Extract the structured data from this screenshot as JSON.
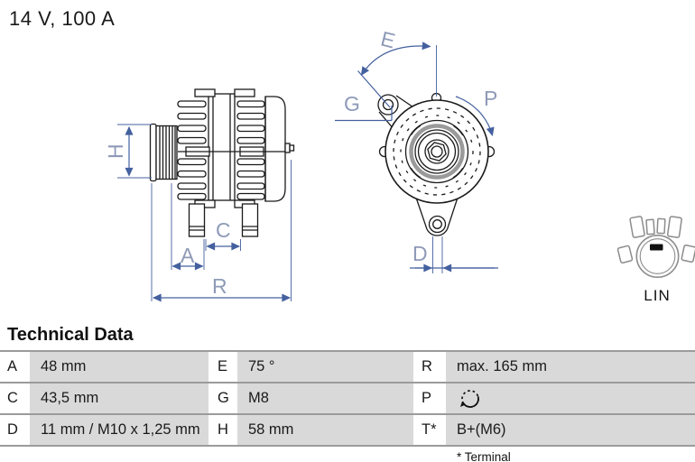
{
  "header": {
    "title": "14 V, 100 A"
  },
  "diagram": {
    "side_view_labels": {
      "h": "H",
      "a": "A",
      "c": "C",
      "r": "R"
    },
    "front_view_labels": {
      "e": "E",
      "g": "G",
      "p": "P",
      "d": "D"
    },
    "connector_label": "LIN",
    "colors": {
      "drawing_line": "#1a1a1a",
      "dimension_line": "#44609f",
      "dimension_text": "#8f9ab8",
      "connector_outline": "#8c8c8c",
      "table_cell_gray": "#d9d9d9",
      "table_rule_gray": "#9b9b9b"
    }
  },
  "technical_data": {
    "heading": "Technical Data",
    "rows": [
      [
        {
          "key": "A",
          "value": "48 mm"
        },
        {
          "key": "E",
          "value": "75 °"
        },
        {
          "key": "R",
          "value": "max. 165 mm"
        }
      ],
      [
        {
          "key": "C",
          "value": "43,5 mm"
        },
        {
          "key": "G",
          "value": "M8"
        },
        {
          "key": "P",
          "value": "",
          "icon": "rotation-clockwise-icon"
        }
      ],
      [
        {
          "key": "D",
          "value": "11 mm / M10 x 1,25 mm"
        },
        {
          "key": "H",
          "value": "58 mm"
        },
        {
          "key": "T*",
          "value": "B+(M6)"
        }
      ]
    ],
    "footnote": "* Terminal"
  }
}
